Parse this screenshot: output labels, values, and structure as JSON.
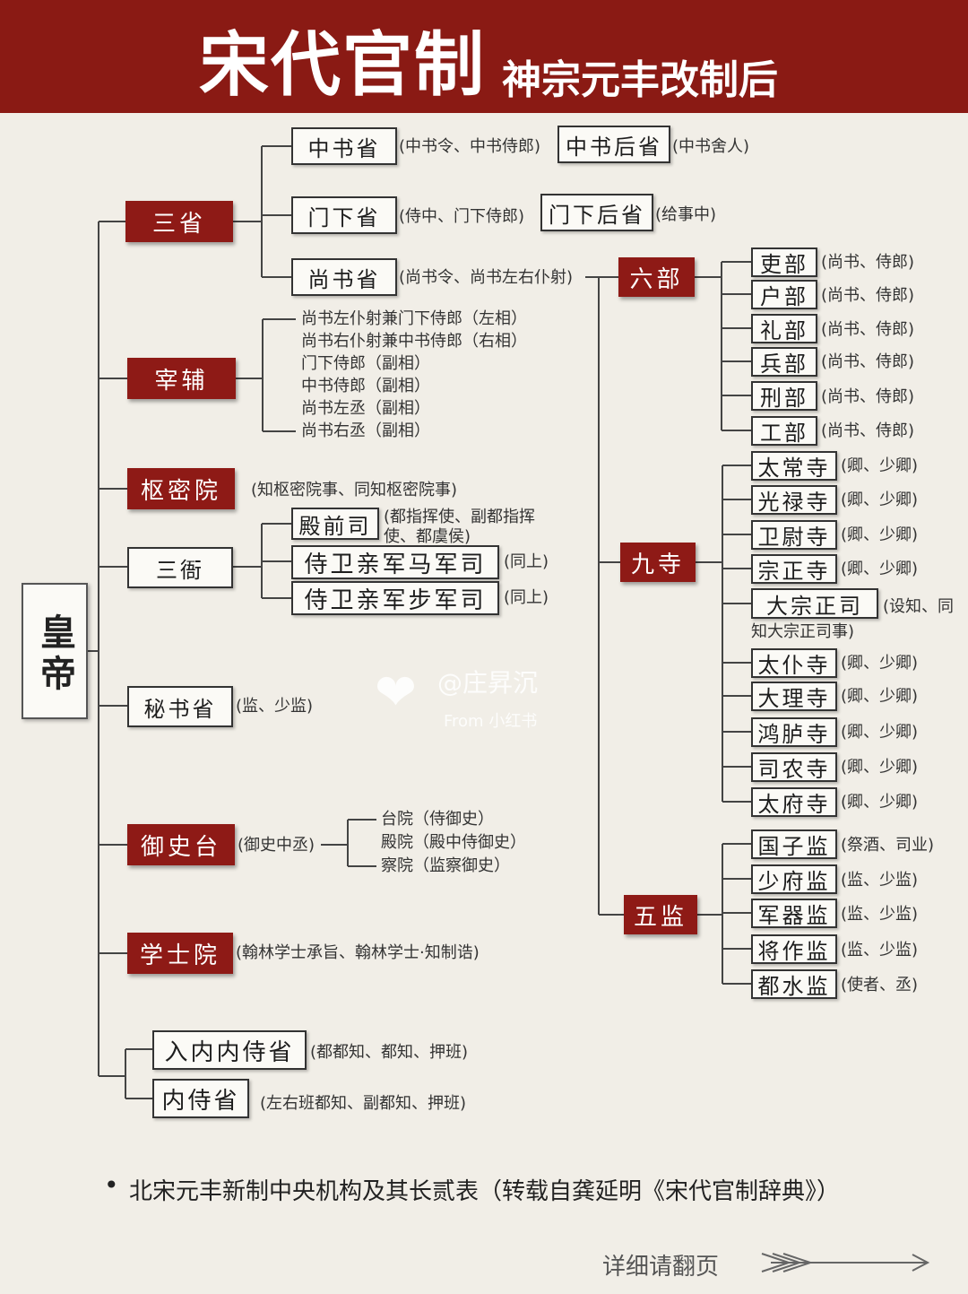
{
  "header": {
    "title": "宋代官制",
    "subtitle": "神宗元丰改制后"
  },
  "root": "皇帝",
  "sansheng": {
    "label": "三省",
    "zhongshu": {
      "label": "中书省",
      "desc": "(中书令、中书侍郎)",
      "sub": "中书后省",
      "sub_desc": "(中书舍人)"
    },
    "menxia": {
      "label": "门下省",
      "desc": "(侍中、门下侍郎)",
      "sub": "门下后省",
      "sub_desc": "(给事中)"
    },
    "shangshu": {
      "label": "尚书省",
      "desc": "(尚书令、尚书左右仆射)"
    }
  },
  "zaifu": {
    "label": "宰辅",
    "lines": [
      "尚书左仆射兼门下侍郎（左相）",
      "尚书右仆射兼中书侍郎（右相）",
      "门下侍郎（副相）",
      "中书侍郎（副相）",
      "尚书左丞（副相）",
      "尚书右丞（副相）"
    ]
  },
  "shumiyuan": {
    "label": "枢密院",
    "desc": "(知枢密院事、同知枢密院事)"
  },
  "sanya": {
    "label": "三衙",
    "items": [
      {
        "label": "殿前司",
        "desc1": "(都指挥使、副都指挥",
        "desc2": "使、都虞侯)"
      },
      {
        "label": "侍卫亲军马军司",
        "desc": "(同上)"
      },
      {
        "label": "侍卫亲军步军司",
        "desc": "(同上)"
      }
    ]
  },
  "mishusheng": {
    "label": "秘书省",
    "desc": "(监、少监)"
  },
  "yushitai": {
    "label": "御史台",
    "desc": "(御史中丞)",
    "subs": [
      "台院（侍御史）",
      "殿院（殿中侍御史）",
      "察院（监察御史）"
    ]
  },
  "xueshiyuan": {
    "label": "学士院",
    "desc": "(翰林学士承旨、翰林学士·知制诰)"
  },
  "neishi": [
    {
      "label": "入内内侍省",
      "desc": "(都都知、都知、押班)"
    },
    {
      "label": "内侍省",
      "desc": "(左右班都知、副都知、押班)"
    }
  ],
  "liubu": {
    "label": "六部",
    "items": [
      {
        "label": "吏部",
        "desc": "(尚书、侍郎)"
      },
      {
        "label": "户部",
        "desc": "(尚书、侍郎)"
      },
      {
        "label": "礼部",
        "desc": "(尚书、侍郎)"
      },
      {
        "label": "兵部",
        "desc": "(尚书、侍郎)"
      },
      {
        "label": "刑部",
        "desc": "(尚书、侍郎)"
      },
      {
        "label": "工部",
        "desc": "(尚书、侍郎)"
      }
    ]
  },
  "jiusi": {
    "label": "九寺",
    "items": [
      {
        "label": "太常寺",
        "desc": "(卿、少卿)"
      },
      {
        "label": "光禄寺",
        "desc": "(卿、少卿)"
      },
      {
        "label": "卫尉寺",
        "desc": "(卿、少卿)"
      },
      {
        "label": "宗正寺",
        "desc": "(卿、少卿)"
      },
      {
        "label": "大宗正司",
        "desc": "(设知、同",
        "desc2": "知大宗正司事)"
      },
      {
        "label": "太仆寺",
        "desc": "(卿、少卿)"
      },
      {
        "label": "大理寺",
        "desc": "(卿、少卿)"
      },
      {
        "label": "鸿胪寺",
        "desc": "(卿、少卿)"
      },
      {
        "label": "司农寺",
        "desc": "(卿、少卿)"
      },
      {
        "label": "太府寺",
        "desc": "(卿、少卿)"
      }
    ]
  },
  "wujian": {
    "label": "五监",
    "items": [
      {
        "label": "国子监",
        "desc": "(祭酒、司业)"
      },
      {
        "label": "少府监",
        "desc": "(监、少监)"
      },
      {
        "label": "军器监",
        "desc": "(监、少监)"
      },
      {
        "label": "将作监",
        "desc": "(监、少监)"
      },
      {
        "label": "都水监",
        "desc": "(使者、丞)"
      }
    ]
  },
  "watermark": {
    "handle": "@庄昇沉",
    "source": "From 小红书"
  },
  "footer": {
    "bullet": "•",
    "note": "北宋元丰新制中央机构及其长贰表（转载自龚延明《宋代官制辞典》）",
    "next_page": "详细请翻页"
  }
}
